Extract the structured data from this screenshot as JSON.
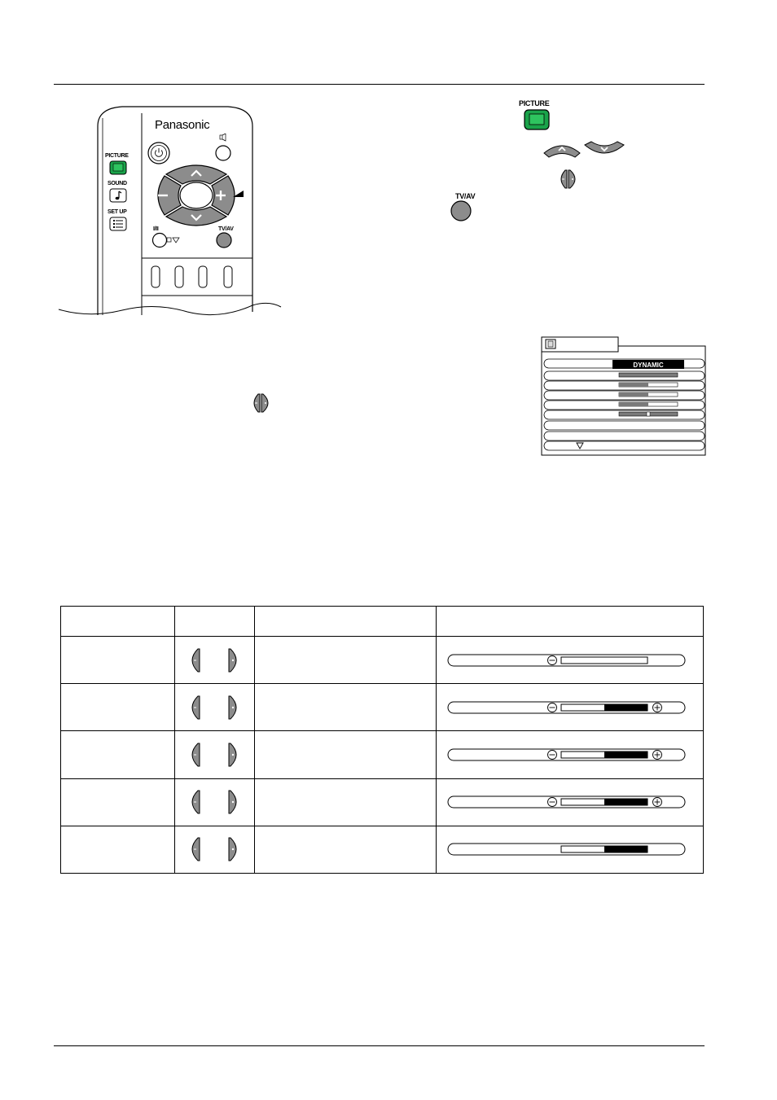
{
  "remote": {
    "brand": "Panasonic",
    "picture_label": "PICTURE",
    "sound_label": "SOUND",
    "setup_label": "SET UP",
    "tvav_label": "TV/AV",
    "i_ii_label": "I/II",
    "icons": [
      "power-icon",
      "mute-icon",
      "up-arrow-icon",
      "down-arrow-icon",
      "minus-icon",
      "plus-icon",
      "music-note-icon",
      "list-icon"
    ]
  },
  "side_buttons": {
    "picture_label": "PICTURE",
    "tvav_label": "TV/AV"
  },
  "osd_menu": {
    "mode_value": "DYNAMIC",
    "bars": [
      0.5,
      0.5,
      0.5,
      0.5
    ],
    "more_icon": "triangle-down-icon"
  },
  "table": {
    "rows": [
      {
        "fill": 0.0,
        "plus": false,
        "minus": true
      },
      {
        "fill": 0.5,
        "plus": true,
        "minus": true
      },
      {
        "fill": 0.5,
        "plus": true,
        "minus": true
      },
      {
        "fill": 0.5,
        "plus": true,
        "minus": true
      },
      {
        "fill": 0.5,
        "plus": false,
        "minus": false
      }
    ]
  },
  "colors": {
    "picture_green": "#1aa34a",
    "button_grey": "#8c8c8c",
    "black": "#000000"
  }
}
